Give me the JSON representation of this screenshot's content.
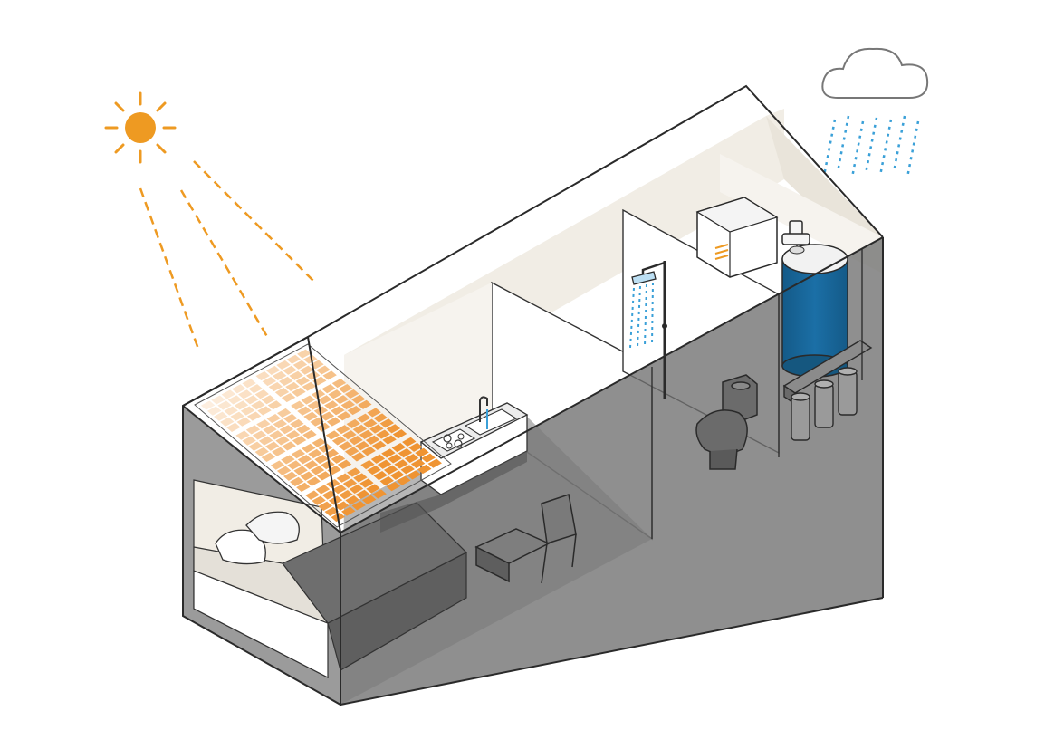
{
  "scene": {
    "colors": {
      "sun": "#ee9a22",
      "water": "#1b6fa6",
      "rain": "#3aa0d8",
      "shell": "#6f6f6f",
      "wall_light": "#f0ede6",
      "panel_light": "#fdf1e4",
      "panel_dark": "#ef9433",
      "outline": "#2a2a2a"
    },
    "icons": {
      "sun": "sun-icon",
      "cloud": "cloud-icon",
      "rain": "rain-icon"
    },
    "solar_panel_rows": 4,
    "solar_panel_cols": 2,
    "solar_cells_per_panel": 25,
    "filter_cartridges": 3
  }
}
